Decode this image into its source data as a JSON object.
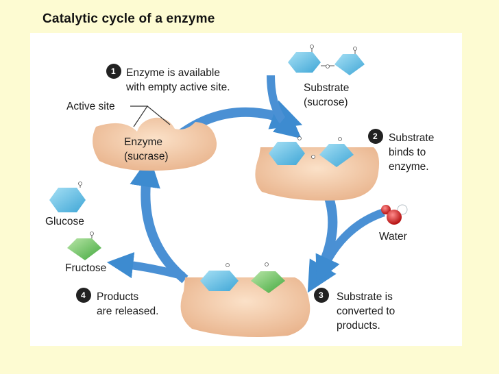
{
  "title": "Catalytic cycle of a enzyme",
  "steps": [
    {
      "number": "1",
      "line1": "Enzyme is available",
      "line2": "with empty active site.",
      "line3": ""
    },
    {
      "number": "2",
      "line1": "Substrate",
      "line2": "binds to",
      "line3": "enzyme."
    },
    {
      "number": "3",
      "line1": "Substrate is",
      "line2": "converted to",
      "line3": "products."
    },
    {
      "number": "4",
      "line1": "Products",
      "line2": "are released.",
      "line3": ""
    }
  ],
  "labels": {
    "active_site": "Active site",
    "enzyme": "Enzyme",
    "enzyme_name": "(sucrase)",
    "substrate": "Substrate",
    "substrate_name": "(sucrose)",
    "water": "Water",
    "glucose": "Glucose",
    "fructose": "Fructose"
  },
  "colors": {
    "background": "#fdfbd2",
    "enzyme": "#f3c9a3",
    "arrow": "#3d8bd0",
    "glucose": "#6cc3e6",
    "fructose": "#5fbf5a",
    "water_oxygen": "#d62020",
    "water_hydrogen": "#dfe6ea",
    "step_badge": "#222222"
  }
}
